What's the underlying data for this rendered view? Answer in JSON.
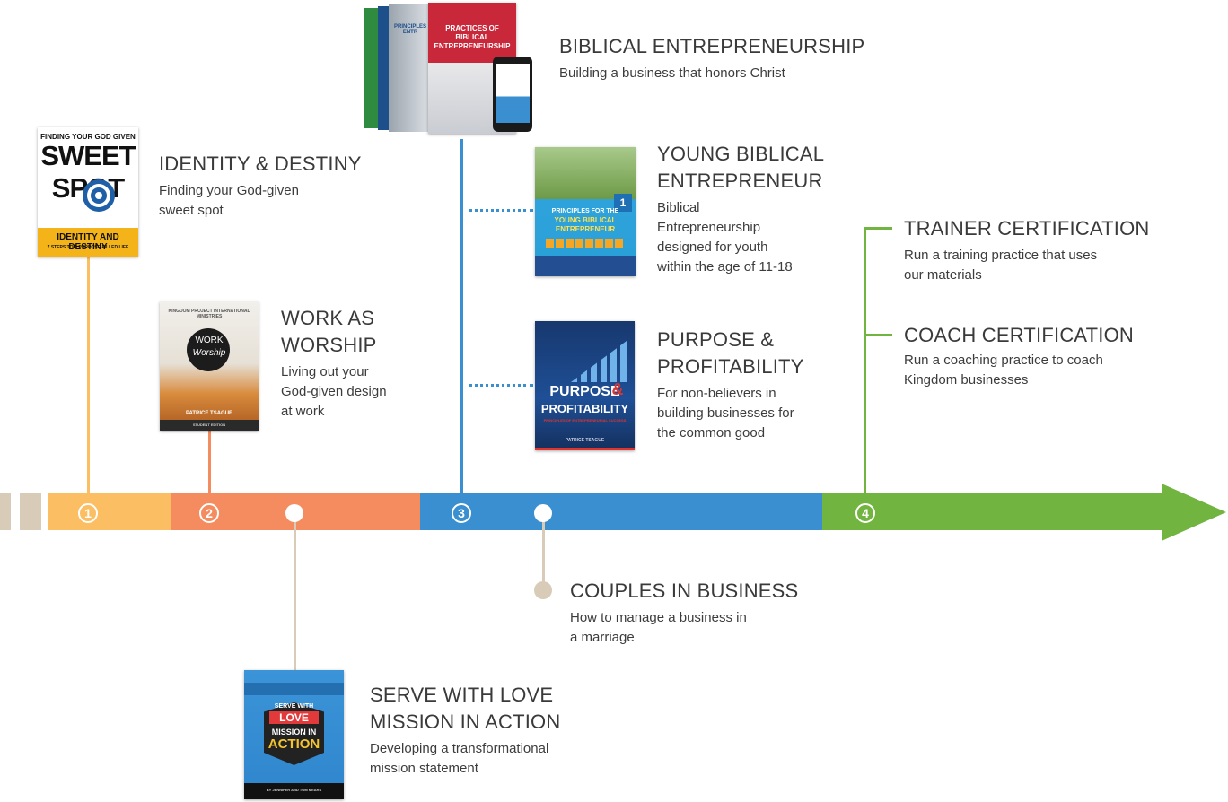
{
  "milestones": [
    {
      "number": "1",
      "title": "IDENTITY & DESTINY",
      "desc": "Finding your God-given\nsweet spot"
    },
    {
      "number": "2",
      "title": "WORK AS\nWORSHIP",
      "desc": "Living out your\nGod-given design\nat work"
    },
    {
      "title": "SERVE WITH LOVE\nMISSION IN ACTION",
      "desc": "Developing a transformational\nmission statement"
    },
    {
      "number": "3",
      "title": "BIBLICAL ENTREPRENEURSHIP",
      "desc": "Building a business that honors Christ"
    },
    {
      "title": "YOUNG BIBLICAL\nENTREPRENEUR",
      "desc": "Biblical\nEntrepreneurship\ndesigned for youth\nwithin the age of 11-18"
    },
    {
      "title": "PURPOSE &\nPROFITABILITY",
      "desc": "For non-believers in\nbuilding businesses for\nthe common good"
    },
    {
      "title": "COUPLES IN BUSINESS",
      "desc": "How to manage a business in\na marriage"
    },
    {
      "number": "4",
      "title": "TRAINER CERTIFICATION",
      "desc": "Run a training practice that uses\nour materials"
    },
    {
      "title": "COACH CERTIFICATION",
      "desc": "Run a coaching practice to coach\nKingdom businesses"
    }
  ],
  "covers": {
    "sweet_spot": {
      "top": "FINDING YOUR GOD GIVEN",
      "big1": "SWEET",
      "big2": "SPOT",
      "sub": "IDENTITY AND DESTINY",
      "tag": "7 STEPS TO A PURPOSE-FILLED LIFE"
    },
    "work_worship": {
      "top": "KINGDOM PROJECT INTERNATIONAL MINISTRIES",
      "big1": "WORK",
      "big2": "Worship",
      "author": "PATRICE TSAGUE",
      "edition": "STUDENT EDITION"
    },
    "serve_love": {
      "line1": "SERVE WITH",
      "line2": "LOVE",
      "line3": "MISSION IN",
      "line4": "ACTION",
      "authors": "BY JENNIFER AND TOM MEARS"
    },
    "practices": {
      "title": "PRACTICES OF BIBLICAL ENTREPRENEURSHIP",
      "spine": "PRINCIPLES ENTR"
    },
    "young": {
      "line1": "PRINCIPLES FOR THE",
      "line2": "YOUNG BIBLICAL",
      "line3": "ENTREPRENEUR",
      "badge": "1"
    },
    "purpose": {
      "line1": "PURPOSE",
      "amp": "&",
      "line2": "PROFITABILITY",
      "sub": "PRINCIPLES OF ENTREPRENEURIAL SUCCESS",
      "author": "PATRICE TSAGUE"
    }
  },
  "colors": {
    "stage1": "#fbbe63",
    "stage2": "#f58c5f",
    "stage3": "#3a8fd0",
    "stage4": "#71b43f",
    "neutral": "#d8ccb8"
  }
}
